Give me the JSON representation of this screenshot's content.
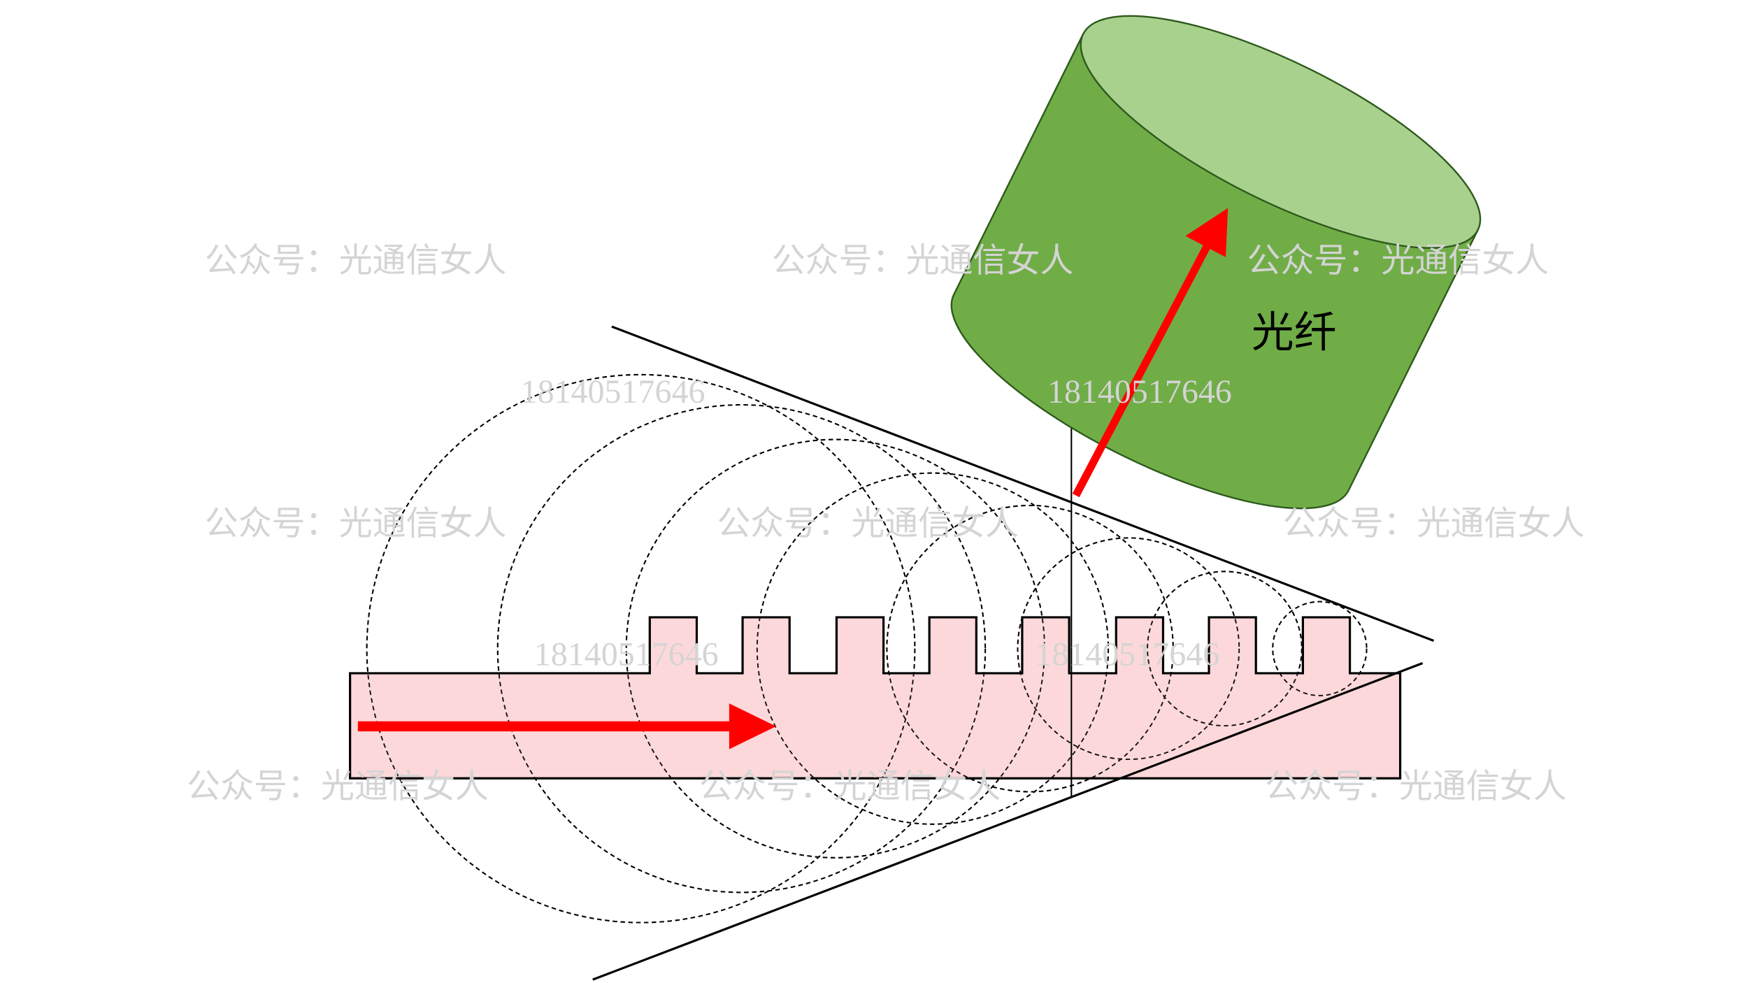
{
  "diagram": {
    "fiber_label": "光纤",
    "watermark_text": "公众号：光通信女人",
    "watermark_number": "18140517646",
    "colors": {
      "waveguide_fill": "#fdd5d7",
      "fiber_body": "#70ad47",
      "fiber_top": "#a9d18e",
      "arrow": "#ff0000"
    },
    "tooth_count": 8,
    "wavefront_count": 8
  }
}
